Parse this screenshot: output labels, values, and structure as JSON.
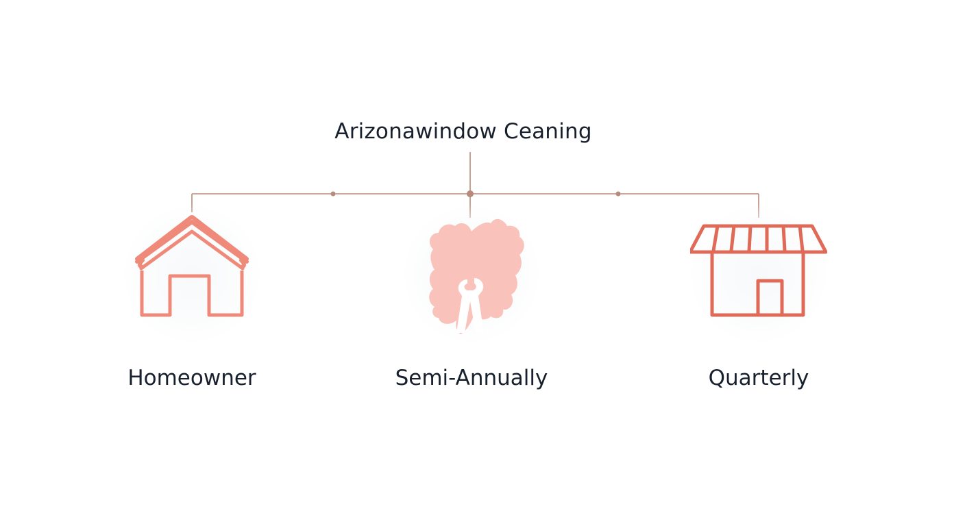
{
  "diagram": {
    "title": "Arizonawindow Ceaning",
    "colors": {
      "connector": "#b88a7a",
      "house_icon": "#ef8a7a",
      "blob_icon": "#f9c2ba",
      "store_icon": "#e06a58",
      "text": "#17202c"
    },
    "nodes": [
      {
        "label": "Homeowner",
        "icon": "house-icon"
      },
      {
        "label": "Semi-Annually",
        "icon": "wrench-splash-icon"
      },
      {
        "label": "Quarterly",
        "icon": "storefront-icon"
      }
    ]
  }
}
